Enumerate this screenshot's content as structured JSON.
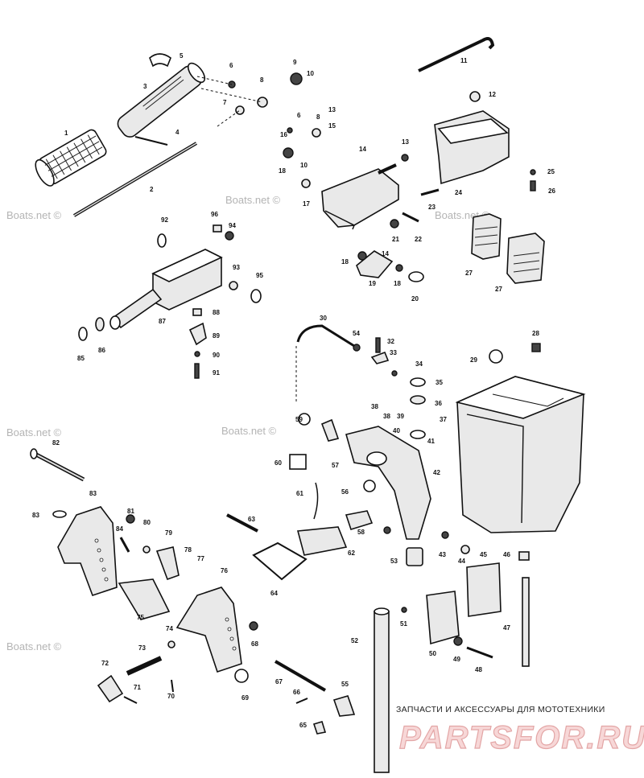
{
  "watermarks": [
    "Boats.net ©",
    "Boats.net ©",
    "Boats.net ©",
    "Boats.net ©",
    "Boats.net ©",
    "Boats.net ©"
  ],
  "banner": {
    "tagline": "ЗАПЧАСТИ И АКСЕССУАРЫ ДЛЯ МОТОТЕХНИКИ",
    "logo": "PARTSFOR.RU"
  },
  "callouts": [
    "1",
    "2",
    "3",
    "4",
    "5",
    "6",
    "6",
    "7",
    "8",
    "8",
    "9",
    "10",
    "10",
    "11",
    "12",
    "13",
    "13",
    "14",
    "14",
    "15",
    "16",
    "17",
    "18",
    "18",
    "19",
    "18",
    "20",
    "21",
    "22",
    "23",
    "24",
    "25",
    "26",
    "27",
    "27",
    "28",
    "29",
    "30",
    "32",
    "33",
    "34",
    "35",
    "36",
    "37",
    "38",
    "38",
    "39",
    "40",
    "41",
    "42",
    "43",
    "44",
    "45",
    "46",
    "47",
    "48",
    "49",
    "50",
    "51",
    "52",
    "53",
    "54",
    "55",
    "56",
    "57",
    "58",
    "59",
    "60",
    "61",
    "62",
    "63",
    "64",
    "65",
    "66",
    "67",
    "68",
    "69",
    "70",
    "71",
    "72",
    "73",
    "74",
    "75",
    "76",
    "77",
    "78",
    "79",
    "80",
    "81",
    "82",
    "83",
    "83",
    "84",
    "85",
    "86",
    "87",
    "88",
    "89",
    "90",
    "91",
    "92",
    "93",
    "94",
    "95",
    "96"
  ]
}
